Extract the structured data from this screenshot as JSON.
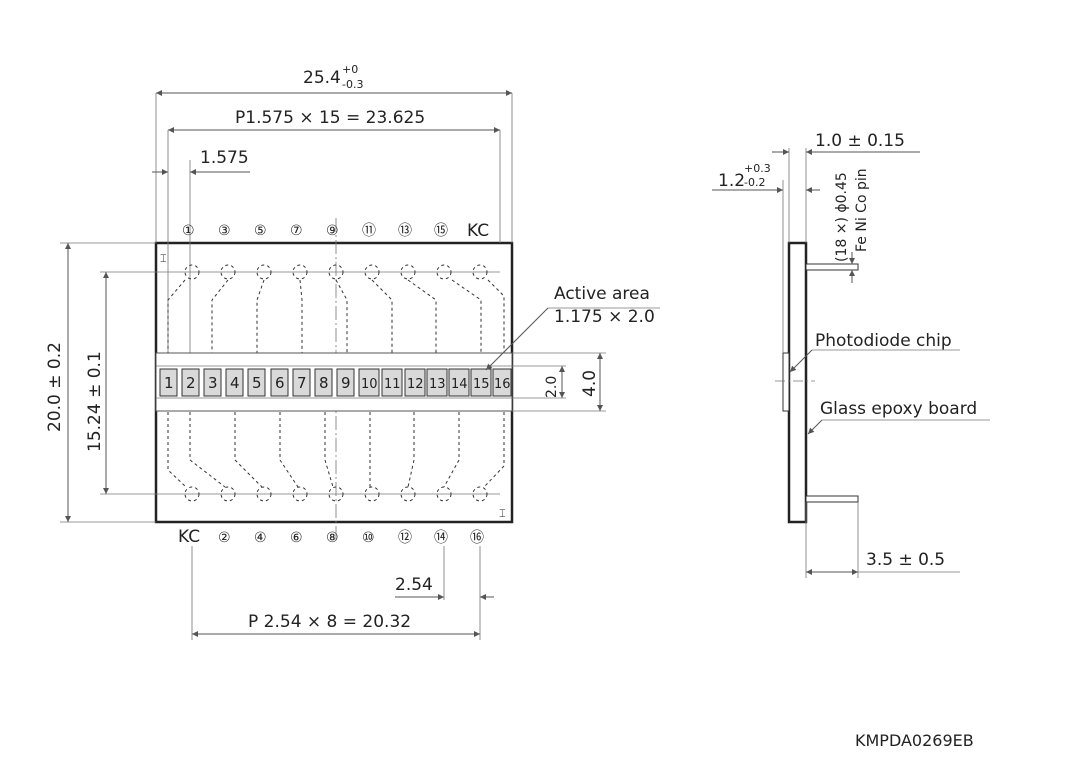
{
  "front_view": {
    "overall_width": {
      "main": "25.4",
      "sup": "+0",
      "sub": "-0.3"
    },
    "pitch_total": "P1.575 × 15 = 23.625",
    "pitch": "1.575",
    "overall_height": "20.0 ± 0.2",
    "row_spacing": "15.24 ± 0.1",
    "top_pins": [
      "①",
      "③",
      "⑤",
      "⑦",
      "⑨",
      "⑪",
      "⑬",
      "⑮",
      "KC"
    ],
    "bottom_pins": [
      "KC",
      "②",
      "④",
      "⑥",
      "⑧",
      "⑩",
      "⑫",
      "⑭",
      "⑯"
    ],
    "elements": [
      "1",
      "2",
      "3",
      "4",
      "5",
      "6",
      "7",
      "8",
      "9",
      "10",
      "11",
      "12",
      "13",
      "14",
      "15",
      "16"
    ],
    "active_area_label": "Active area",
    "active_area_size": "1.175 × 2.0",
    "dim_2_0": "2.0",
    "dim_4_0": "4.0",
    "bottom_pitch": "2.54",
    "bottom_pitch_total": "P 2.54 × 8 = 20.32",
    "index_mark": "⌶"
  },
  "side_view": {
    "board_thickness": "1.0 ± 0.15",
    "pin_offset": {
      "main": "1.2",
      "sup": "+0.3",
      "sub": "-0.2"
    },
    "pin_spec_1": "(18 ×) ϕ0.45",
    "pin_spec_2": "Fe Ni Co pin",
    "chip_label": "Photodiode chip",
    "board_label": "Glass epoxy board",
    "pin_length": "3.5 ± 0.5"
  },
  "drawing_code": "KMPDA0269EB"
}
